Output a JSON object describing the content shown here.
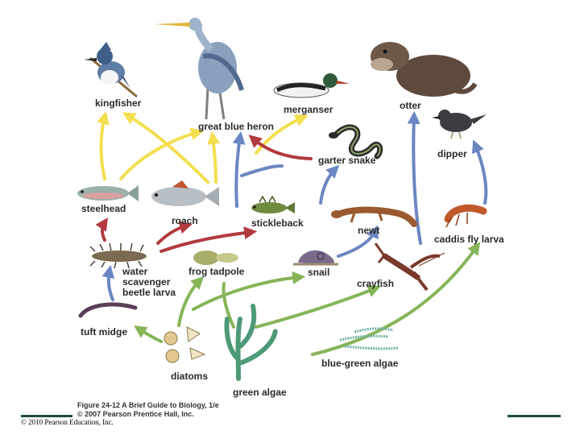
{
  "labels": {
    "kingfisher": "kingfisher",
    "great_blue_heron": "great blue heron",
    "merganser": "merganser",
    "otter": "otter",
    "dipper": "dipper",
    "garter_snake": "garter snake",
    "steelhead": "steelhead",
    "roach": "roach",
    "stickleback": "stickleback",
    "newt": "newt",
    "caddis_fly_larva": "caddis fly larva",
    "water_scavenger_beetle_larva": "water scavenger beetle larva",
    "frog_tadpole": "frog tadpole",
    "snail": "snail",
    "crayfish": "crayfish",
    "tuft_midge": "tuft midge",
    "diatoms": "diatoms",
    "blue_green_algae": "blue-green algae",
    "green_algae": "green algae"
  },
  "caption": {
    "line1": "Figure 24-12  A Brief Guide to Biology, 1/e",
    "line2": "© 2007 Pearson Prentice Hall, Inc."
  },
  "copyright": "© 2010 Pearson Education, Inc.",
  "colors": {
    "arrow_yellow": "#f3df4f",
    "arrow_blue": "#6b86c2",
    "arrow_red": "#b23a3f",
    "arrow_green": "#86b457",
    "bar": "#1e4a45"
  }
}
